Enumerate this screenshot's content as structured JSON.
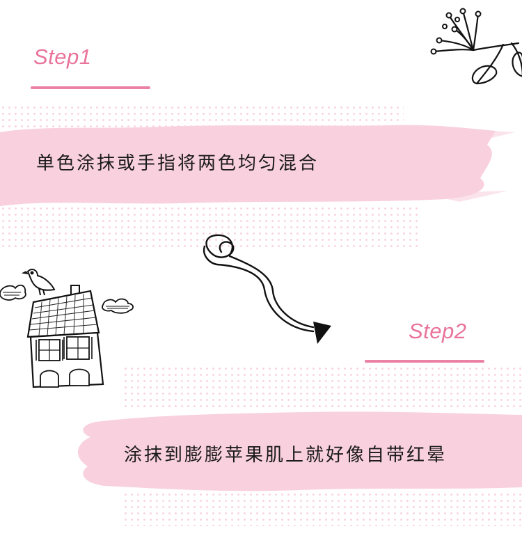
{
  "steps": [
    {
      "label": "Step1",
      "caption": "单色涂抹或手指将两色均匀混合"
    },
    {
      "label": "Step2",
      "caption": "涂抹到膨膨苹果肌上就好像自带红晕"
    }
  ],
  "colors": {
    "accent_pink": "#e9739a",
    "brush_pink": "#f9d0de",
    "dot_pink": "#f7ccd9",
    "ink": "#1a1a1a"
  },
  "icons": [
    "flower-icon",
    "house-icon",
    "bird-icon",
    "cloud-icon",
    "curly-arrow-icon"
  ]
}
